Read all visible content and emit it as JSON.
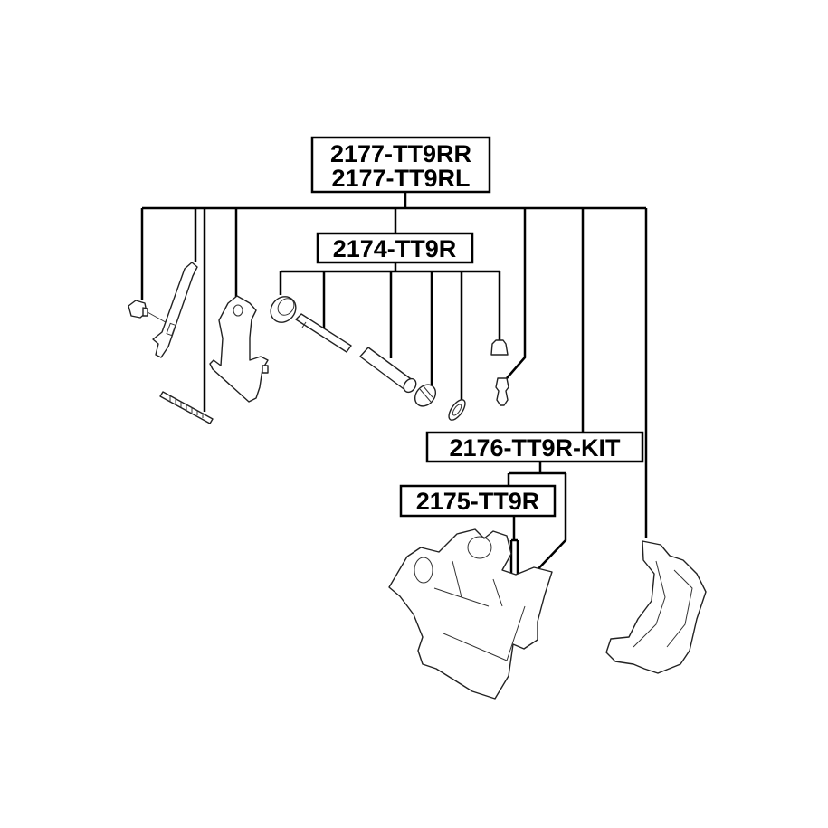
{
  "labels": {
    "caliper_repair_kit_rr": "2177-TT9RR",
    "caliper_repair_kit_rl": "2177-TT9RL",
    "guide_pin_kit": "2174-TT9R",
    "caliper_kit": "2176-TT9R-KIT",
    "piston": "2175-TT9R"
  }
}
